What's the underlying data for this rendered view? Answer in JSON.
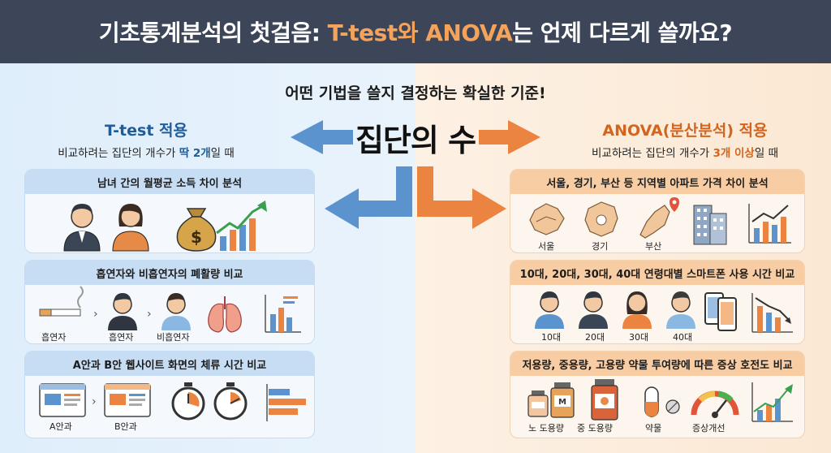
{
  "header": {
    "title_prefix": "기초통계분석의 첫걸음: ",
    "title_highlight": "T-test와 ANOVA",
    "title_suffix": "는 언제 다르게 쓸까요?"
  },
  "subtitle": "어떤 기법을 쓸지 결정하는 확실한 기준!",
  "center_title": "집단의 수",
  "left": {
    "title": "T-test 적용",
    "desc_prefix": "비교하려는 집단의 개수가 ",
    "desc_em": "딱 2개",
    "desc_suffix": "일 때",
    "cards": [
      {
        "title": "남녀 간의 월평균 소득 차이 분석"
      },
      {
        "title": "흡연자와 비흡연자의 폐활량 비교",
        "labels": [
          "흡연자",
          "흡연자",
          "비흡연자"
        ]
      },
      {
        "title": "A안과 B안 웹사이트 화면의 체류 시간 비교",
        "labels": [
          "A안과",
          "B안과"
        ]
      }
    ]
  },
  "right": {
    "title": "ANOVA(분산분석) 적용",
    "desc_prefix": "비교하려는 집단의 개수가 ",
    "desc_em": "3개 이상",
    "desc_suffix": "일 때",
    "cards": [
      {
        "title": "서울, 경기, 부산 등 지역별 아파트 가격 차이 분석",
        "labels": [
          "서울",
          "경기",
          "부산"
        ]
      },
      {
        "title": "10대, 20대, 30대, 40대 연령대별 스마트폰 사용 시간 비교",
        "labels": [
          "10대",
          "20대",
          "30대",
          "40대"
        ]
      },
      {
        "title": "저용량, 중용량, 고용량 약물 투여량에 따른 증상 호전도 비교",
        "labels": [
          "노 도용량",
          "중 도용량",
          "약물",
          "증상개선"
        ]
      }
    ]
  },
  "icon_text": {
    "dollar": "$",
    "m": "M"
  },
  "colors": {
    "header_bg": "#3c4658",
    "accent_blue": "#1f5d99",
    "accent_orange": "#d3641e",
    "arrow_blue": "#5b93cf",
    "arrow_orange": "#ec8441"
  }
}
